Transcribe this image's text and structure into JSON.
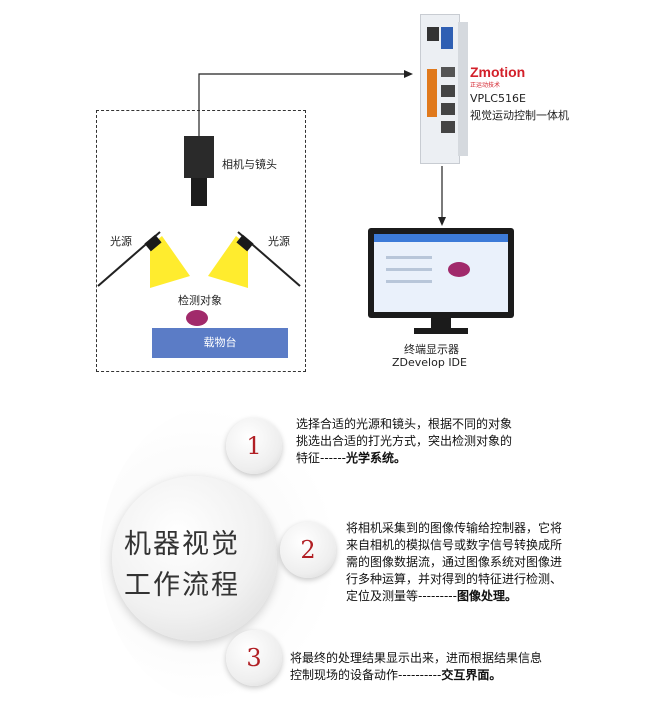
{
  "diagram": {
    "camera_label": "相机与镜头",
    "light_left_label": "光源",
    "light_right_label": "光源",
    "object_label": "检测对象",
    "stage_label": "载物台",
    "brand": "Zmotion",
    "brand_sub": "正运动技术",
    "controller_model": "VPLC516E",
    "controller_desc": "视觉运动控制一体机",
    "display_label": "终端显示器",
    "display_software": "ZDevelop IDE"
  },
  "workflow": {
    "title_line1": "机器视觉",
    "title_line2": "工作流程",
    "steps": [
      {
        "number": "1",
        "line1": "选择合适的光源和镜头，根据不同的对象",
        "line2": "挑选出合适的打光方式，突出检测对象的",
        "line3": "特征------",
        "highlight": "光学系统。"
      },
      {
        "number": "2",
        "line1": "将相机采集到的图像传输给控制器，它将",
        "line2": "来自相机的模拟信号或数字信号转换成所",
        "line3": "需的图像数据流，通过图像系统对图像进",
        "line4": "行多种运算，并对得到的特征进行检测、",
        "line5": "定位及测量等---------",
        "highlight": "图像处理。"
      },
      {
        "number": "3",
        "line1": "将最终的处理结果显示出来，进而根据结果信息",
        "line2": "控制现场的设备动作----------",
        "highlight": "交互界面。"
      }
    ]
  }
}
